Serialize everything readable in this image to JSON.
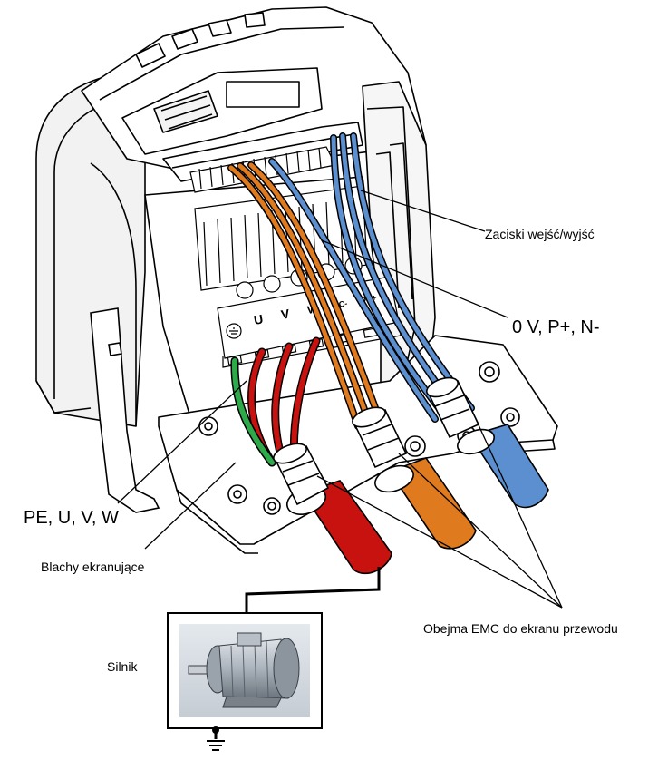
{
  "labels": {
    "io_terminals": "Zaciski wejść/wyjść",
    "dc_terminals": "0 V, P+, N-",
    "power_terminals": "PE, U, V, W",
    "shield_plates": "Blachy ekranujące",
    "emc_clamp": "Obejma EMC do ekranu przewodu",
    "motor": "Silnik"
  },
  "terminal_marks": [
    "U",
    "V",
    "W",
    "DC-",
    "DC+"
  ],
  "colors": {
    "line": "#000000",
    "red_cable": "#c8120f",
    "orange_cable": "#e07a1f",
    "blue_cable": "#5b8fd0",
    "green_cable": "#2eaa4a",
    "device_fill": "#ffffff",
    "device_shade": "#e6e6e6"
  },
  "icons": {
    "motor": "motor-icon",
    "ground": "ground-icon"
  }
}
